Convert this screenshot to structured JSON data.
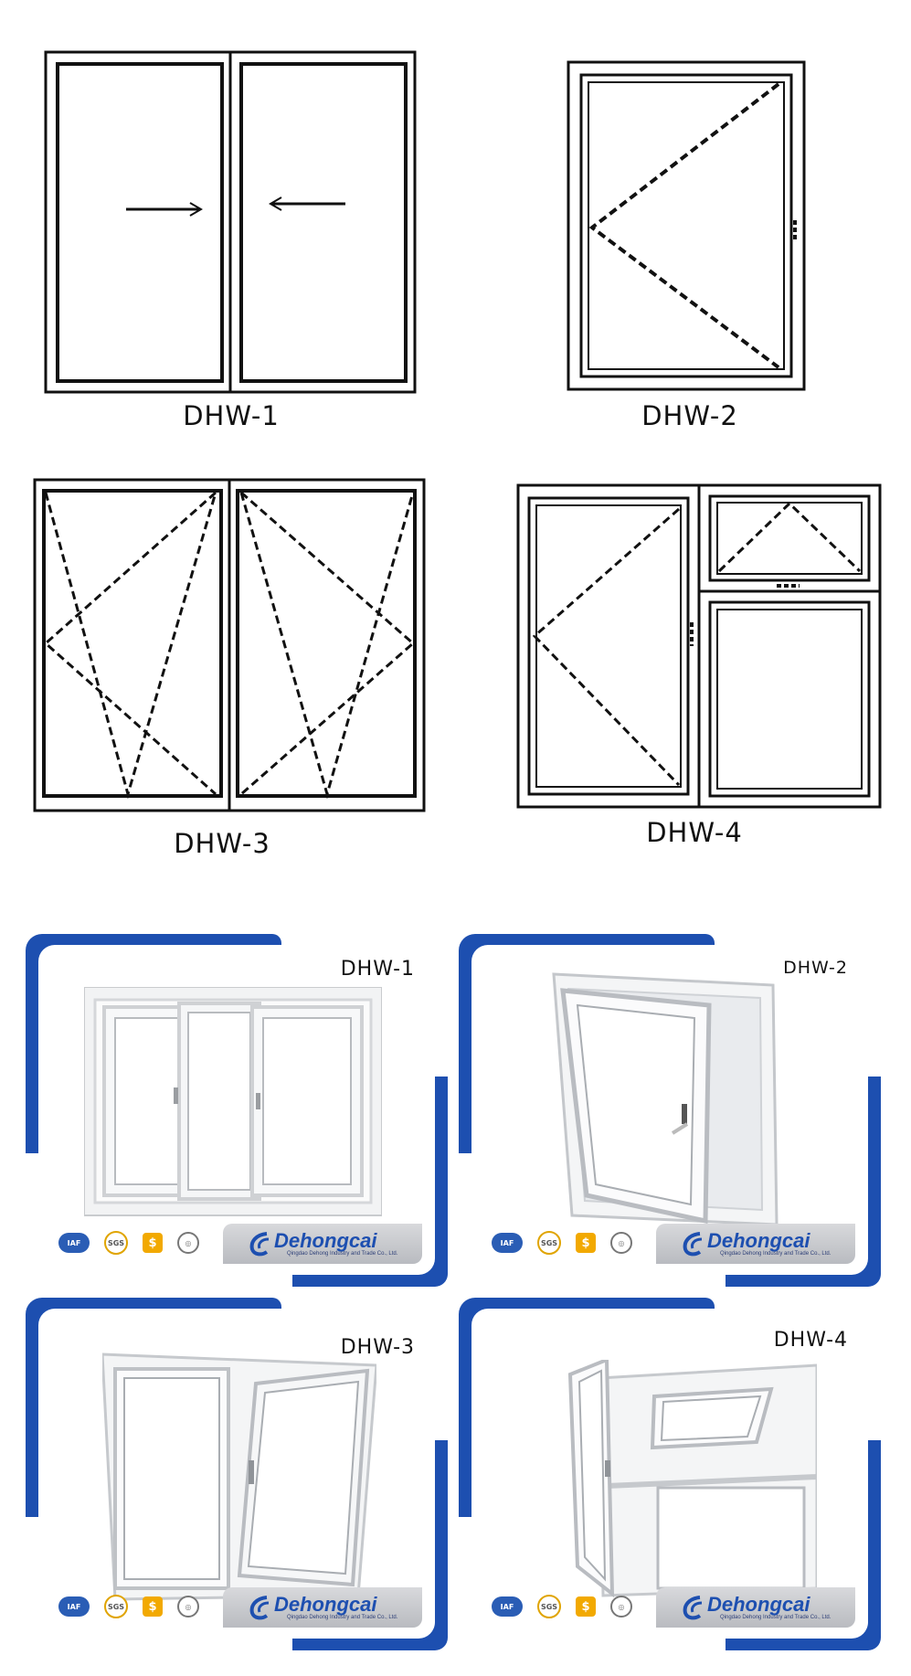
{
  "diagrams": [
    {
      "label": "DHW-1"
    },
    {
      "label": "DHW-2"
    },
    {
      "label": "DHW-3"
    },
    {
      "label": "DHW-4"
    }
  ],
  "products": [
    {
      "title": "DHW-1"
    },
    {
      "title": "DHW-2"
    },
    {
      "title": "DHW-3"
    },
    {
      "title": "DHW-4"
    }
  ],
  "brand": {
    "name": "Dehongcai",
    "company": "Qingdao Dehong Industry and Trade Co., Ltd.",
    "color": "#1d4fb0"
  },
  "certifications": {
    "iaf": "IAF",
    "sgs": "SGS"
  }
}
